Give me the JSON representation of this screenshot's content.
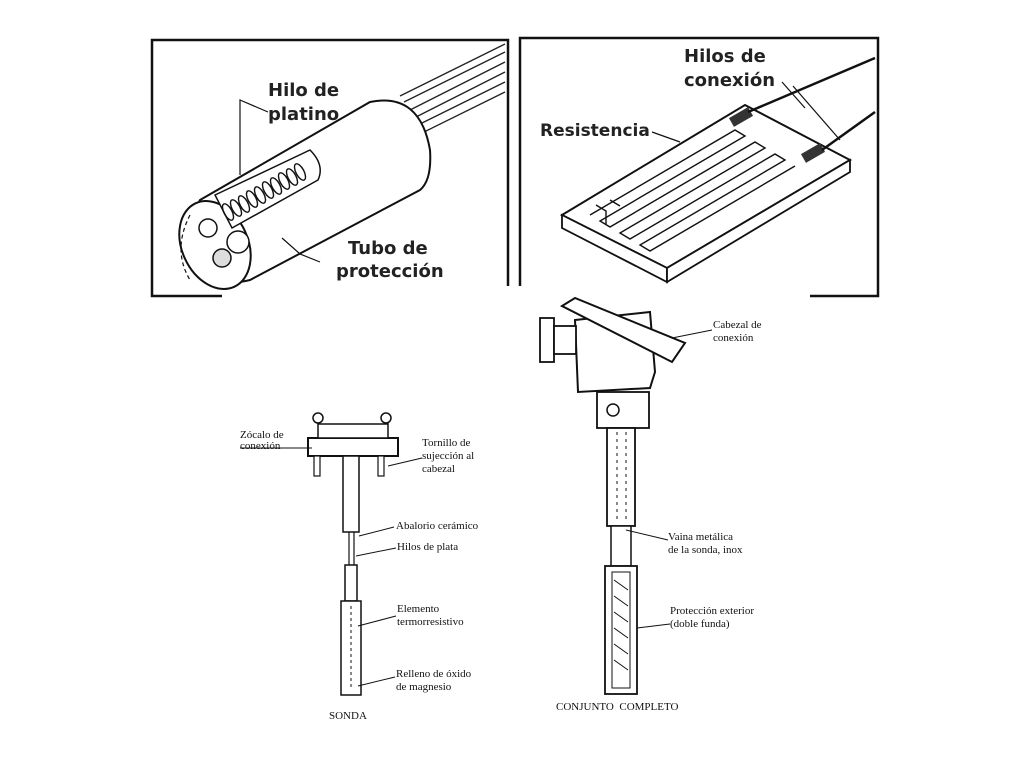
{
  "panel_rtd_wire": {
    "label_wire_line1": "Hilo de",
    "label_wire_line2": "platino",
    "label_tube_line1": "Tubo de",
    "label_tube_line2": "protección"
  },
  "panel_rtd_film": {
    "label_leads_line1": "Hilos de",
    "label_leads_line2": "conexión",
    "label_resistor": "Resistencia"
  },
  "probe": {
    "caption": "SONDA",
    "label_socket_line1": "Zócalo de",
    "label_socket_line2": "conexión",
    "label_screw_line1": "Tornillo de",
    "label_screw_line2": "sujección al",
    "label_screw_line3": "cabezal",
    "label_bead": "Abalorio cerámico",
    "label_silver": "Hilos de plata",
    "label_element_line1": "Elemento",
    "label_element_line2": "termorresistivo",
    "label_fill_line1": "Relleno de óxido",
    "label_fill_line2": "de magnesio"
  },
  "assembly": {
    "caption": "CONJUNTO  COMPLETO",
    "label_head_line1": "Cabezal de",
    "label_head_line2": "conexión",
    "label_sheath_line1": "Vaina metálica",
    "label_sheath_line2": "de la sonda, inox",
    "label_outer_line1": "Protección exterior",
    "label_outer_line2": "(doble funda)"
  }
}
